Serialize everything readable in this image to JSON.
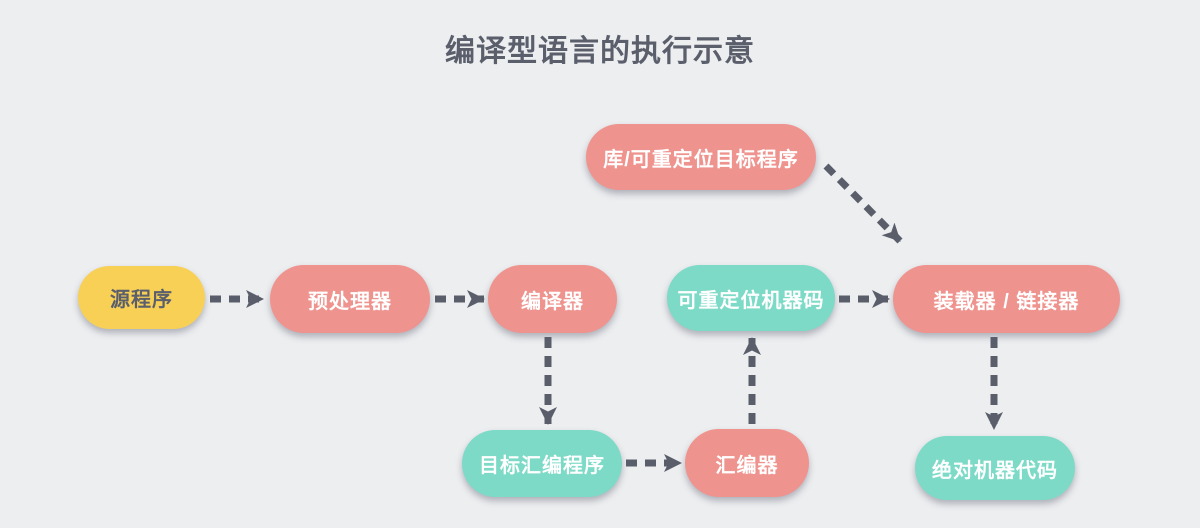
{
  "title": "编译型语言的执行示意",
  "colors": {
    "background": "#EDEEF0",
    "yellow_node": "#F8D056",
    "pink_node": "#EF938E",
    "teal_node": "#7CDAC7",
    "arrow": "#5A5E6B",
    "title_text": "#5B5F6C",
    "node_text_light": "#FFFFFF",
    "node_text_dark": "#5B5F6C"
  },
  "nodes": [
    {
      "id": "source-program",
      "label": "源程序",
      "color": "yellow"
    },
    {
      "id": "preprocessor",
      "label": "预处理器",
      "color": "pink"
    },
    {
      "id": "compiler",
      "label": "编译器",
      "color": "pink"
    },
    {
      "id": "library-relocatable-object",
      "label": "库/可重定位目标程序",
      "color": "pink"
    },
    {
      "id": "relocatable-machine-code",
      "label": "可重定位机器码",
      "color": "teal"
    },
    {
      "id": "loader-linker",
      "label": "装载器 / 链接器",
      "color": "pink"
    },
    {
      "id": "target-assembly-program",
      "label": "目标汇编程序",
      "color": "teal"
    },
    {
      "id": "assembler",
      "label": "汇编器",
      "color": "pink"
    },
    {
      "id": "absolute-machine-code",
      "label": "绝对机器代码",
      "color": "teal"
    }
  ],
  "edges": [
    {
      "from": "source-program",
      "to": "preprocessor"
    },
    {
      "from": "preprocessor",
      "to": "compiler"
    },
    {
      "from": "compiler",
      "to": "target-assembly-program"
    },
    {
      "from": "target-assembly-program",
      "to": "assembler"
    },
    {
      "from": "assembler",
      "to": "relocatable-machine-code"
    },
    {
      "from": "relocatable-machine-code",
      "to": "loader-linker"
    },
    {
      "from": "library-relocatable-object",
      "to": "loader-linker"
    },
    {
      "from": "loader-linker",
      "to": "absolute-machine-code"
    }
  ]
}
